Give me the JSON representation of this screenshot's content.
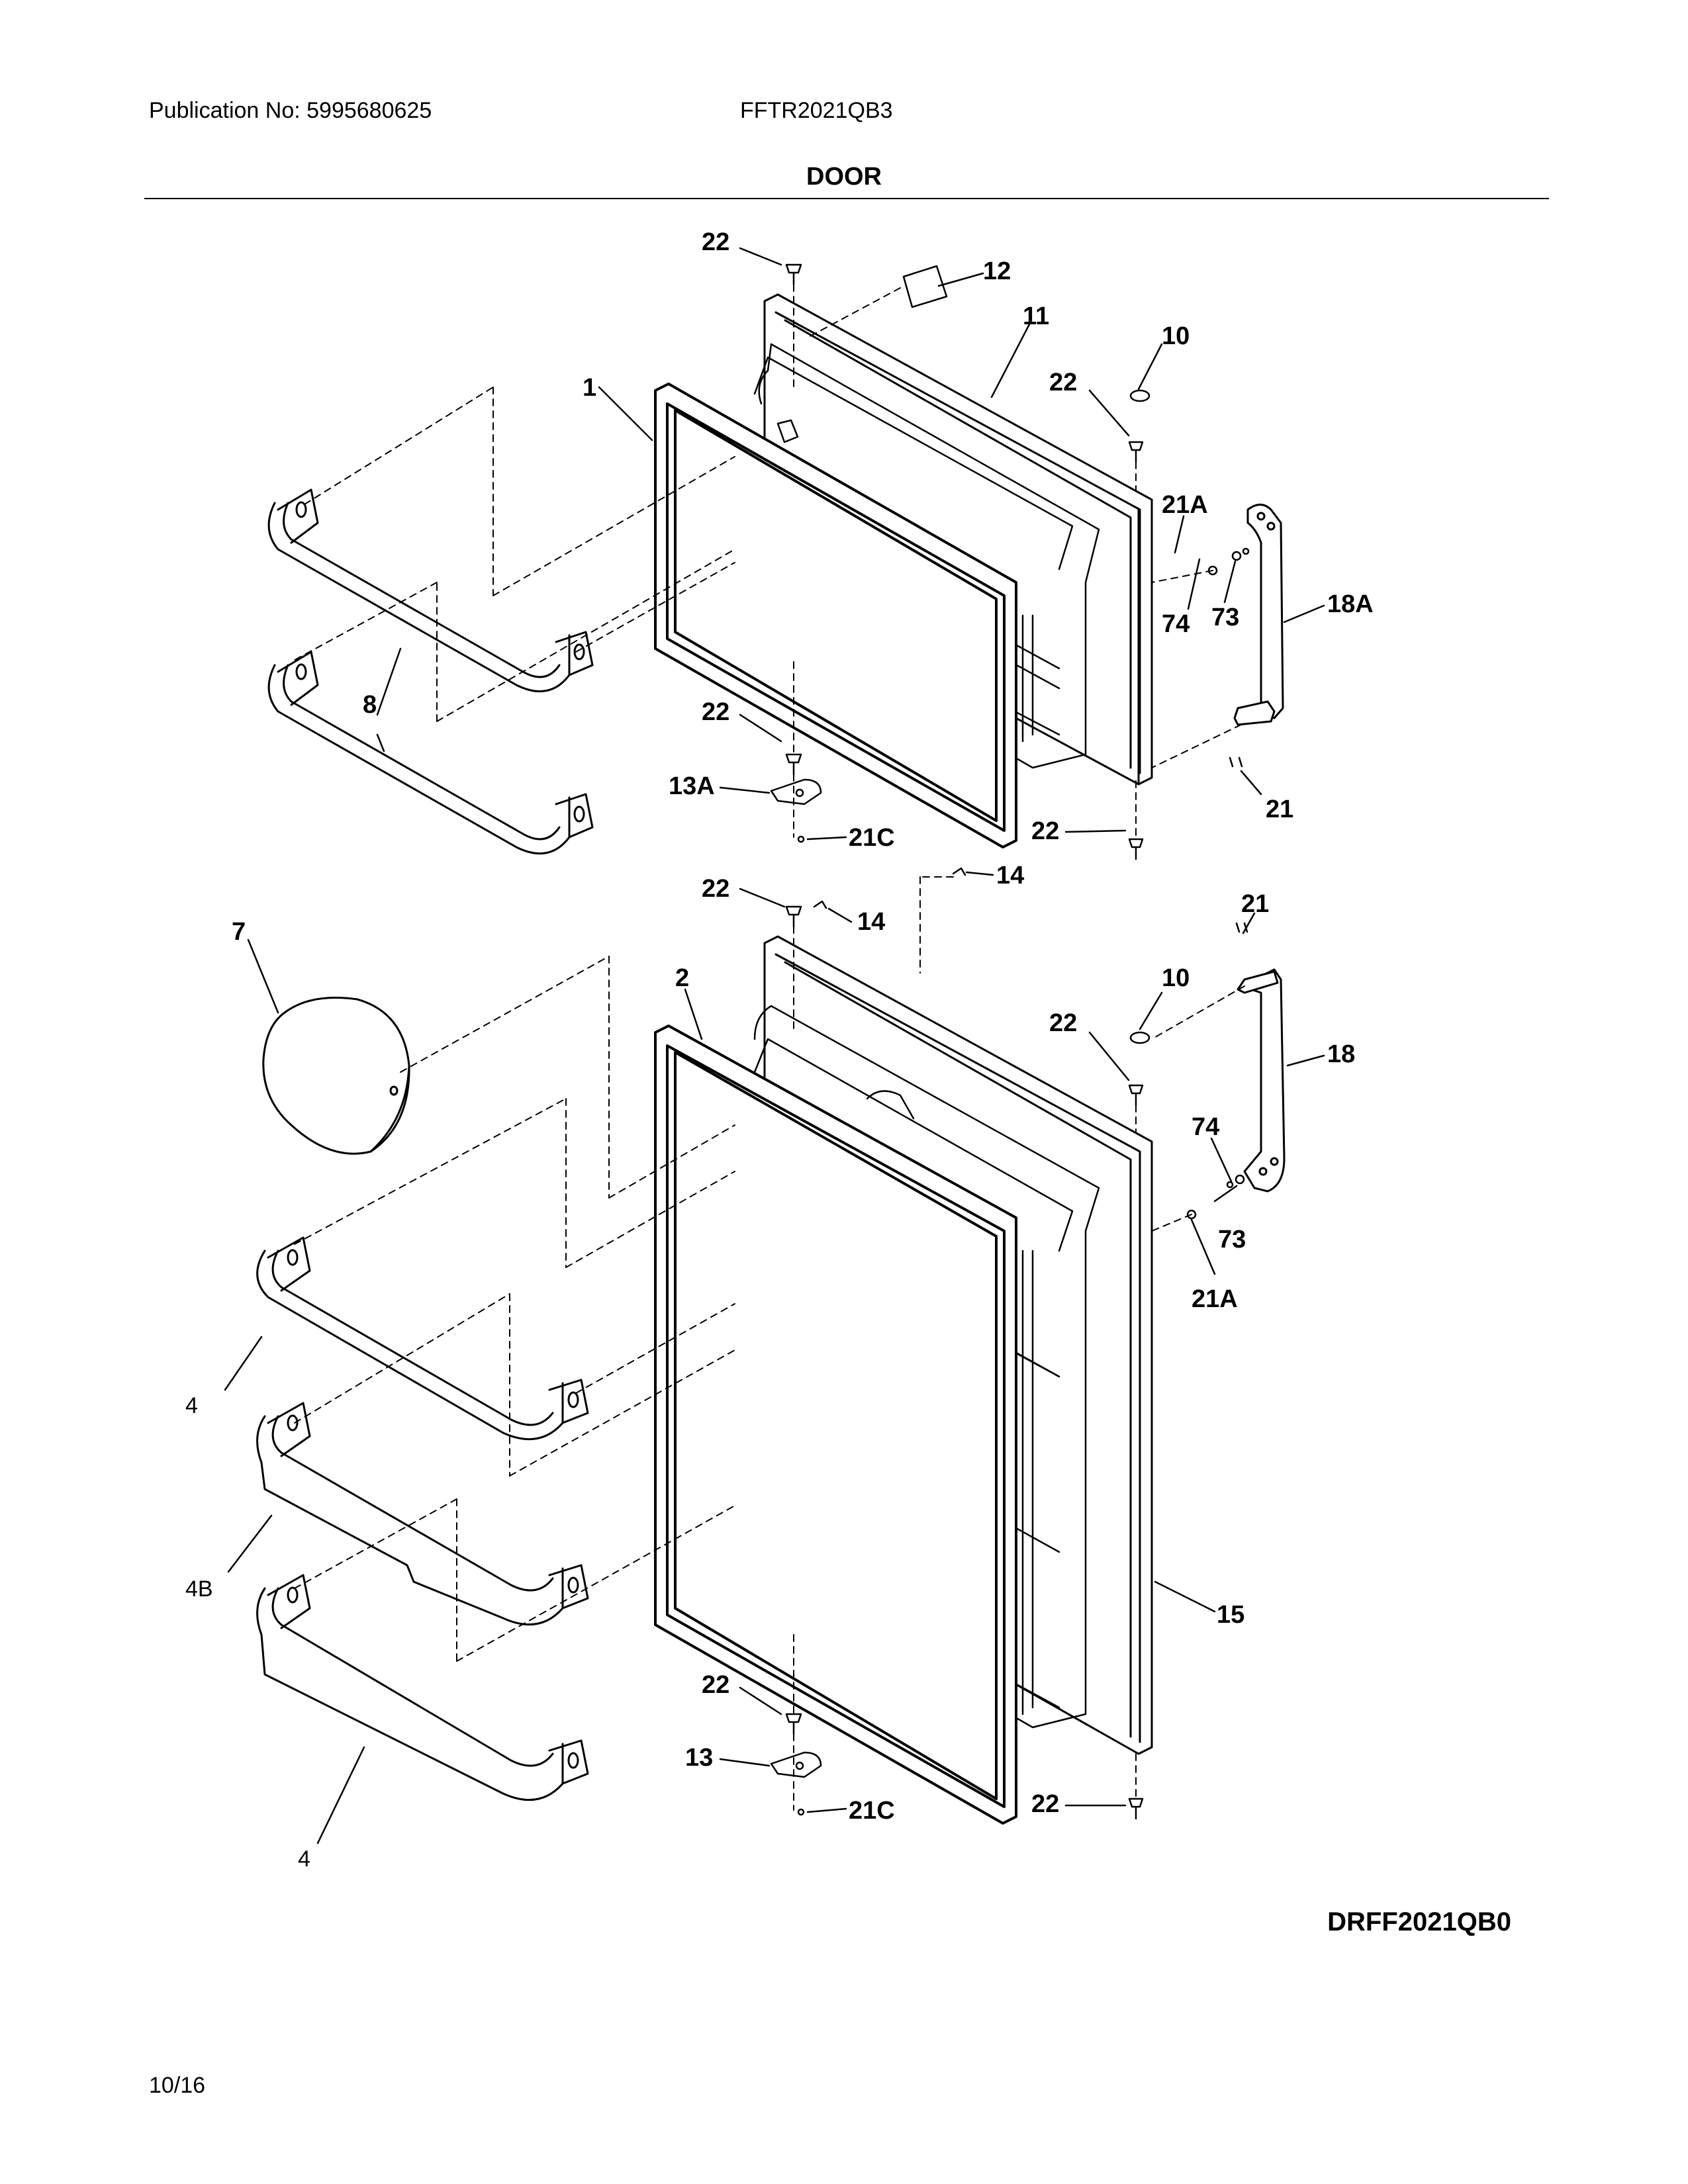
{
  "header": {
    "publication": "Publication No: 5995680625",
    "model": "FFTR2021QB3"
  },
  "section_title": "DOOR",
  "diagram_code": "DRFF2021QB0",
  "page_number": "10/16",
  "callouts": {
    "c22_a": "22",
    "c12": "12",
    "c11": "11",
    "c10_a": "10",
    "c22_b": "22",
    "c1": "1",
    "c21A_a": "21A",
    "c74_a": "74",
    "c73_a": "73",
    "c18A": "18A",
    "c8": "8",
    "c22_c": "22",
    "c13A": "13A",
    "c21C_a": "21C",
    "c21_a": "21",
    "c22_d": "22",
    "c14_a": "14",
    "c22_e": "22",
    "c14_b": "14",
    "c21_b": "21",
    "c7": "7",
    "c2": "2",
    "c10_b": "10",
    "c22_f": "22",
    "c18": "18",
    "c74_b": "74",
    "c73_b": "73",
    "c21A_b": "21A",
    "c4_a": "4",
    "c4B": "4B",
    "c15": "15",
    "c22_g": "22",
    "c13": "13",
    "c21C_b": "21C",
    "c22_h": "22",
    "c4_b": "4"
  }
}
